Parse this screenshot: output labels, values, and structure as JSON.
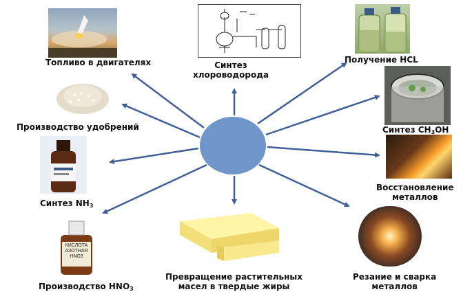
{
  "diagram": {
    "center_color": "#6f95cb",
    "arrow_color": "#3f5f97",
    "applications": [
      {
        "id": "fuel",
        "label": "Топливо в двигателях",
        "icon": "rocket-launch-photo"
      },
      {
        "id": "hcl-synthesis",
        "label": "Синтез хлороводорода",
        "icon": "lab-apparatus-drawing"
      },
      {
        "id": "hcl",
        "label": "Получение HCL",
        "icon": "acid-bottles-photo"
      },
      {
        "id": "fertilizers",
        "label": "Производство удобрений",
        "icon": "fertilizer-granules-photo"
      },
      {
        "id": "methanol",
        "label_main": "Синтез CH",
        "label_sub": "3",
        "label_tail": "OH",
        "icon": "reactor-vessel-photo"
      },
      {
        "id": "ammonia",
        "label_main": "Синтез NH",
        "label_sub": "3",
        "icon": "ammonia-bottle-photo"
      },
      {
        "id": "metal-reduction",
        "label_line1": "Восстановление",
        "label_line2": "металлов",
        "icon": "molten-metal-photo"
      },
      {
        "id": "fats",
        "label_line1": "Превращение растительных",
        "label_line2": "масел в твердые жиры",
        "icon": "butter-photo"
      },
      {
        "id": "nitric-acid",
        "label_main": "Производство HNO",
        "label_sub": "3",
        "icon": "nitric-acid-bottle-photo"
      },
      {
        "id": "welding",
        "label_line1": "Резание и сварка",
        "label_line2": "металлов",
        "icon": "welding-sparks-photo"
      }
    ],
    "bottle_label_text": "КИСЛОТА АЗОТНАЯ HNO3"
  }
}
